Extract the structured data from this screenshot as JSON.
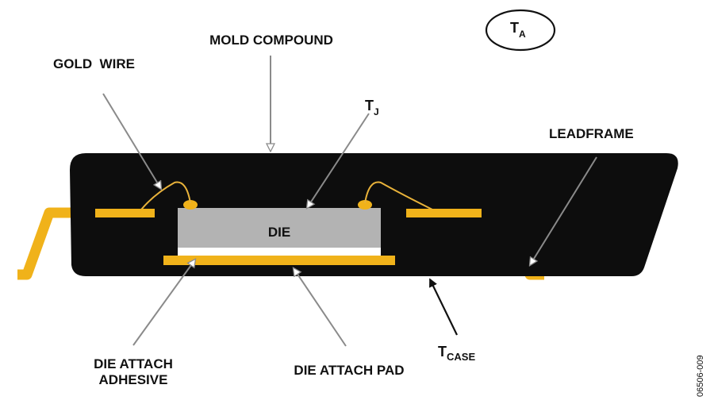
{
  "labels": {
    "mold_compound": "MOLD COMPOUND",
    "gold_wire": "GOLD  WIRE",
    "tj": {
      "main": "T",
      "sub": "J"
    },
    "ta": {
      "main": "T",
      "sub": "A"
    },
    "leadframe": "LEADFRAME",
    "die": "DIE",
    "die_attach_adhesive": [
      "DIE ATTACH",
      "ADHESIVE"
    ],
    "die_attach_pad": "DIE ATTACH PAD",
    "tcase": {
      "main": "T",
      "sub": "CASE"
    },
    "figure_id": "06506-009"
  },
  "colors": {
    "mold": "#0d0d0d",
    "leadframe": "#f0b21a",
    "die": "#b3b3b3",
    "adhesive": "#ffffff",
    "wire": "#e8b23a",
    "arrow_gray": "#8a8a8a",
    "text": "#111111"
  }
}
